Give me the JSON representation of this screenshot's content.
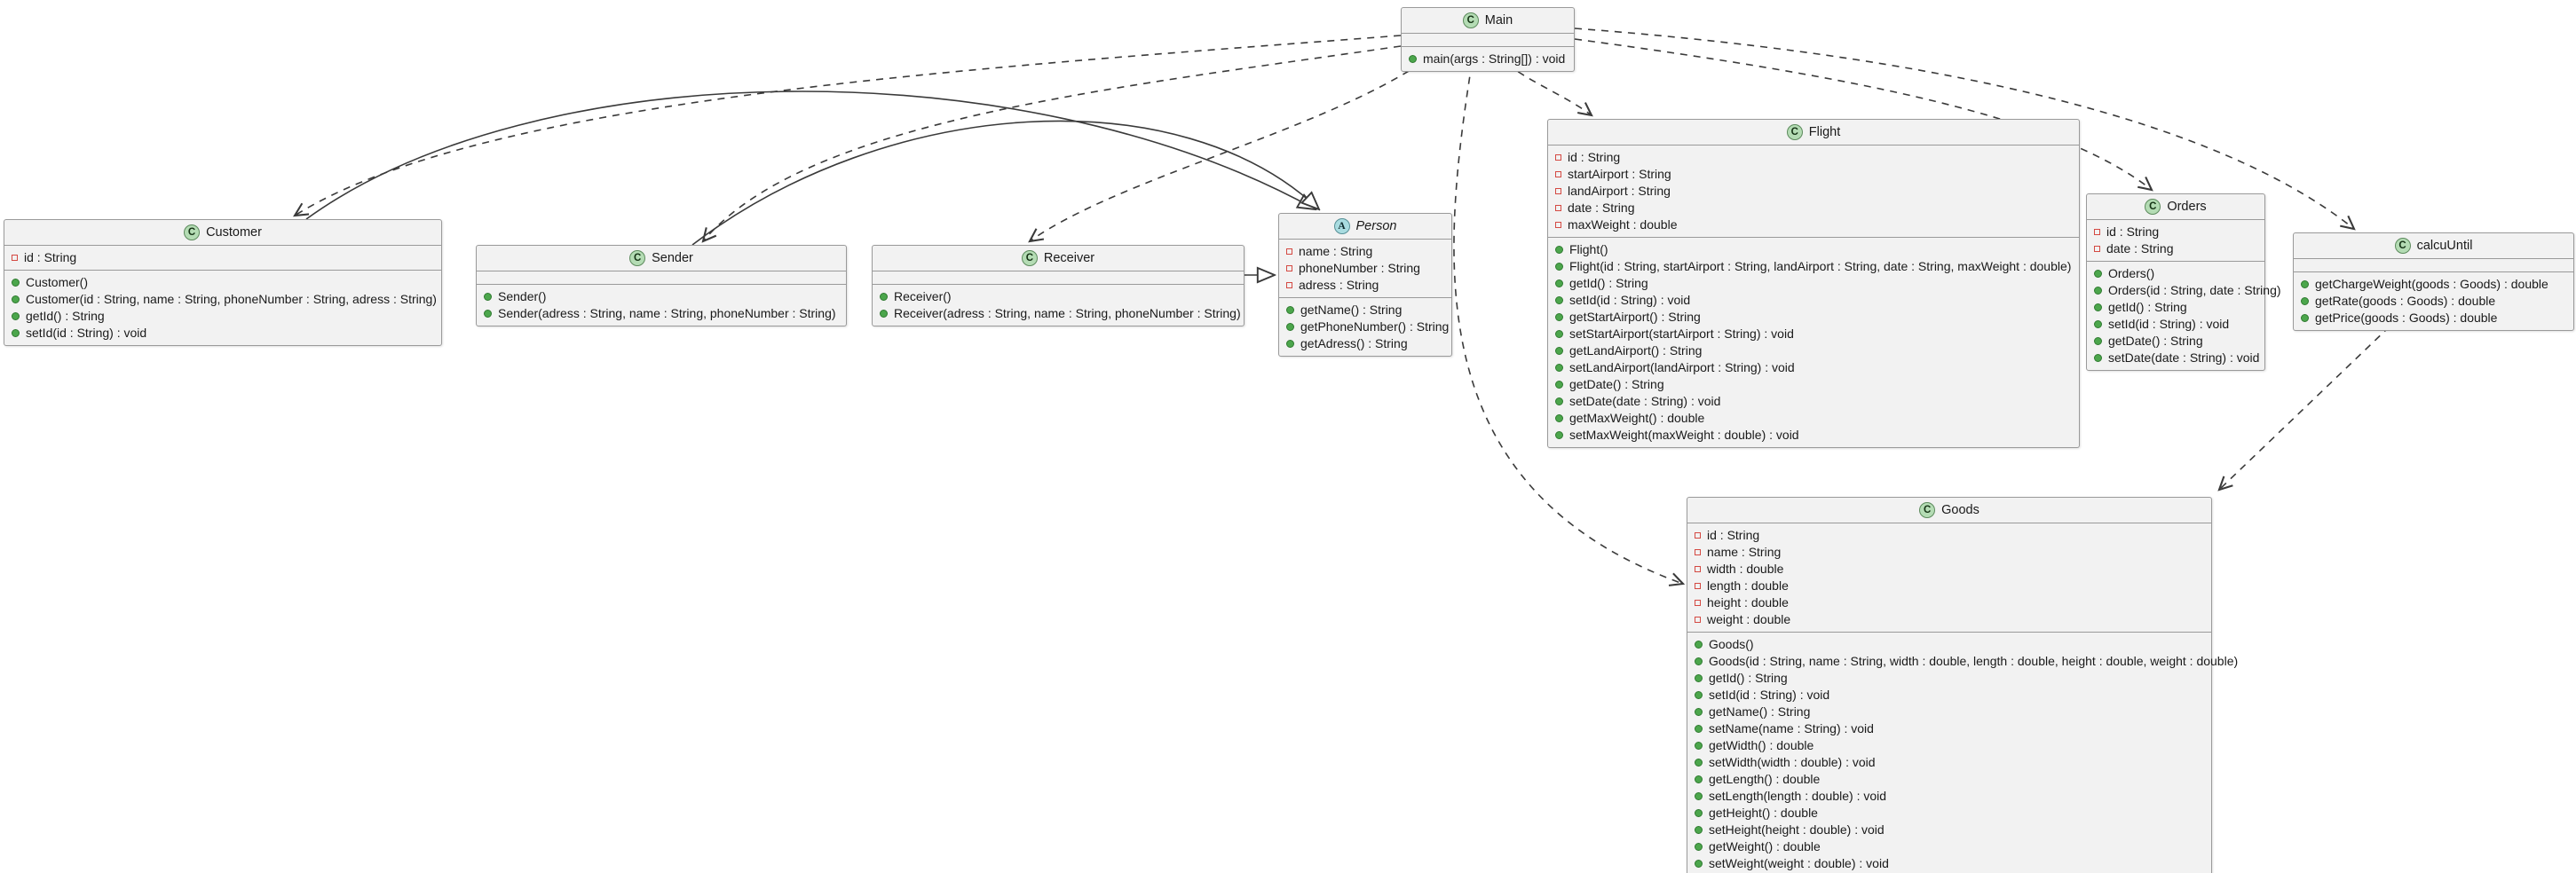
{
  "diagram_title": "",
  "colors": {
    "box_fill": "#f2f2f2",
    "box_border": "#9a9a9a",
    "class_icon_bg": "#b4dcb4",
    "abstract_icon_bg": "#a9dce0",
    "field_marker": "#d44942",
    "method_marker": "#4ca64c",
    "edge": "#3a3a3a"
  },
  "classes": [
    {
      "name": "Main",
      "icon": "C",
      "kind": "class",
      "fields": [],
      "methods": [
        "main(args : String[]) : void"
      ]
    },
    {
      "name": "Customer",
      "icon": "C",
      "kind": "class",
      "fields": [
        "id : String"
      ],
      "methods": [
        "Customer()",
        "Customer(id : String, name : String, phoneNumber : String, adress : String)",
        "getId() : String",
        "setId(id : String) : void"
      ]
    },
    {
      "name": "Sender",
      "icon": "C",
      "kind": "class",
      "fields": [],
      "methods": [
        "Sender()",
        "Sender(adress : String, name : String, phoneNumber : String)"
      ]
    },
    {
      "name": "Receiver",
      "icon": "C",
      "kind": "class",
      "fields": [],
      "methods": [
        "Receiver()",
        "Receiver(adress : String, name : String, phoneNumber : String)"
      ]
    },
    {
      "name": "Person",
      "icon": "A",
      "kind": "abstract",
      "fields": [
        "name : String",
        "phoneNumber : String",
        "adress : String"
      ],
      "methods": [
        "getName() : String",
        "getPhoneNumber() : String",
        "getAdress() : String"
      ]
    },
    {
      "name": "Flight",
      "icon": "C",
      "kind": "class",
      "fields": [
        "id : String",
        "startAirport : String",
        "landAirport : String",
        "date : String",
        "maxWeight : double"
      ],
      "methods": [
        "Flight()",
        "Flight(id : String, startAirport : String, landAirport : String, date : String, maxWeight : double)",
        "getId() : String",
        "setId(id : String) : void",
        "getStartAirport() : String",
        "setStartAirport(startAirport : String) : void",
        "getLandAirport() : String",
        "setLandAirport(landAirport : String) : void",
        "getDate() : String",
        "setDate(date : String) : void",
        "getMaxWeight() : double",
        "setMaxWeight(maxWeight : double) : void"
      ]
    },
    {
      "name": "Orders",
      "icon": "C",
      "kind": "class",
      "fields": [
        "id : String",
        "date : String"
      ],
      "methods": [
        "Orders()",
        "Orders(id : String, date : String)",
        "getId() : String",
        "setId(id : String) : void",
        "getDate() : String",
        "setDate(date : String) : void"
      ]
    },
    {
      "name": "calcuUntil",
      "icon": "C",
      "kind": "class",
      "fields": [],
      "methods": [
        "getChargeWeight(goods : Goods) : double",
        "getRate(goods : Goods) : double",
        "getPrice(goods : Goods) : double"
      ]
    },
    {
      "name": "Goods",
      "icon": "C",
      "kind": "class",
      "fields": [
        "id : String",
        "name : String",
        "width : double",
        "length : double",
        "height : double",
        "weight : double"
      ],
      "methods": [
        "Goods()",
        "Goods(id : String, name : String, width : double, length : double, height : double, weight : double)",
        "getId() : String",
        "setId(id : String) : void",
        "getName() : String",
        "setName(name : String) : void",
        "getWidth() : double",
        "setWidth(width : double) : void",
        "getLength() : double",
        "setLength(length : double) : void",
        "getHeight() : double",
        "setHeight(height : double) : void",
        "getWeight() : double",
        "setWeight(weight : double) : void"
      ]
    }
  ],
  "relationships": [
    {
      "from": "Customer",
      "to": "Person",
      "type": "generalization",
      "style": "solid"
    },
    {
      "from": "Sender",
      "to": "Person",
      "type": "generalization",
      "style": "solid"
    },
    {
      "from": "Receiver",
      "to": "Person",
      "type": "generalization",
      "style": "solid"
    },
    {
      "from": "Main",
      "to": "Customer",
      "type": "dependency",
      "style": "dashed"
    },
    {
      "from": "Main",
      "to": "Sender",
      "type": "dependency",
      "style": "dashed"
    },
    {
      "from": "Main",
      "to": "Receiver",
      "type": "dependency",
      "style": "dashed"
    },
    {
      "from": "Main",
      "to": "Flight",
      "type": "dependency",
      "style": "dashed"
    },
    {
      "from": "Main",
      "to": "Orders",
      "type": "dependency",
      "style": "dashed"
    },
    {
      "from": "Main",
      "to": "calcuUntil",
      "type": "dependency",
      "style": "dashed"
    },
    {
      "from": "Main",
      "to": "Goods",
      "type": "dependency",
      "style": "dashed"
    },
    {
      "from": "calcuUntil",
      "to": "Goods",
      "type": "dependency",
      "style": "dashed"
    }
  ]
}
